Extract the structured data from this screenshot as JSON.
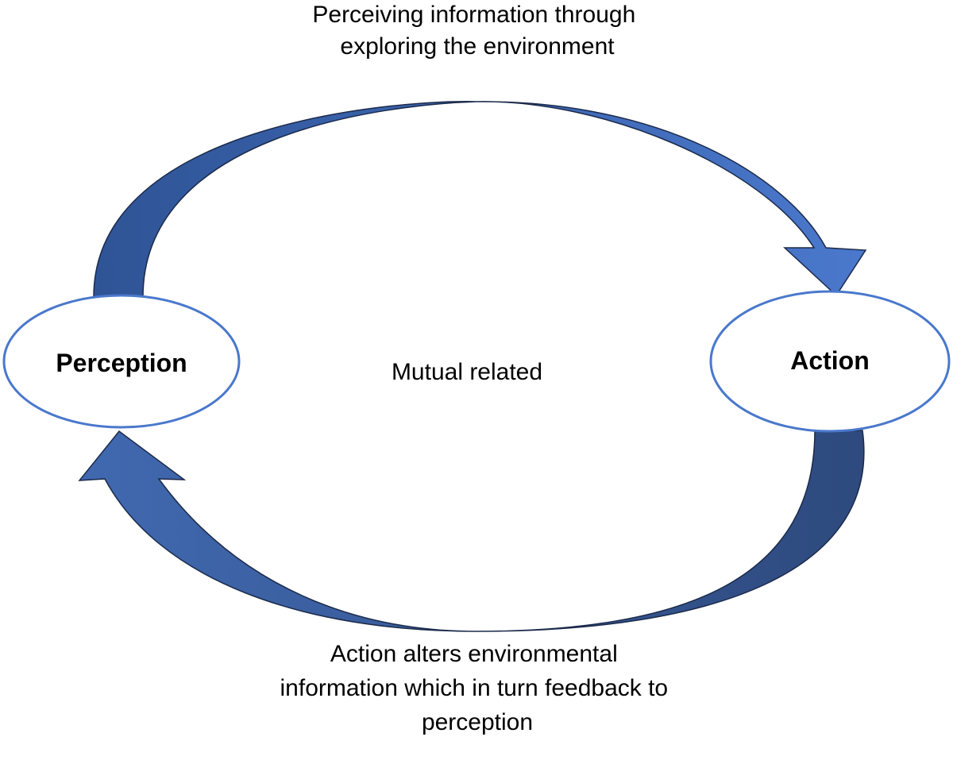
{
  "top_caption": {
    "lines": [
      "Perceiving information through",
      "exploring the environment"
    ]
  },
  "bottom_caption": {
    "lines": [
      "Action alters environmental",
      "information which in turn feedback to",
      "perception"
    ]
  },
  "nodes": {
    "perception": {
      "label": "Perception"
    },
    "action": {
      "label": "Action"
    }
  },
  "center": {
    "label": "Mutual related",
    "color": "#e00000"
  },
  "colors": {
    "arrow_light": "#4a78cc",
    "arrow_dark": "#2e4a7e",
    "ellipse_stroke": "#4a78cc",
    "arrow_stroke": "#1b2a4a"
  }
}
